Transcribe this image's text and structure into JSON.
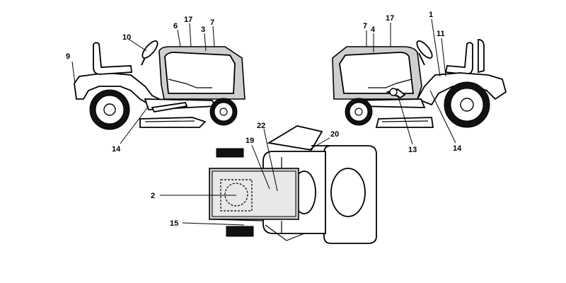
{
  "callouts": {
    "c1": "1",
    "c2": "2",
    "c3": "3",
    "c4": "4",
    "c6": "6",
    "c7_left": "7",
    "c7_right": "7",
    "c9": "9",
    "c10": "10",
    "c11": "11",
    "c13": "13",
    "c14_left": "14",
    "c14_right": "14",
    "c15": "15",
    "c17_left": "17",
    "c17_right": "17",
    "c19": "19",
    "c20": "20",
    "c22": "22"
  }
}
